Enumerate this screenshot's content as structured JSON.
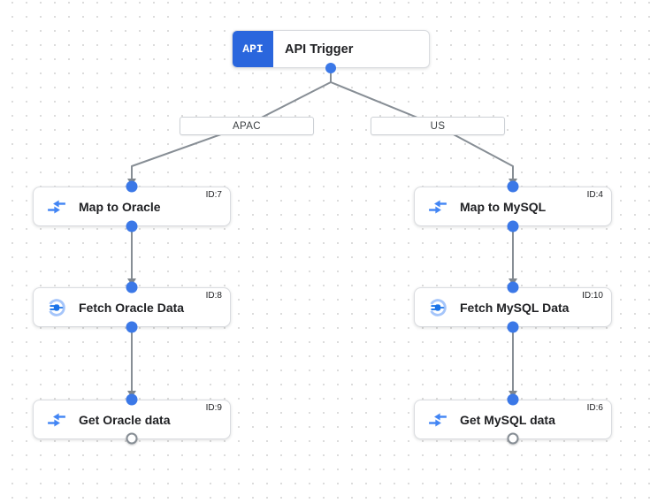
{
  "trigger": {
    "badge_label": "API",
    "title": "API Trigger"
  },
  "branches": [
    {
      "label": "APAC"
    },
    {
      "label": "US"
    }
  ],
  "nodes": [
    {
      "id_label": "ID:7",
      "title": "Map to Oracle",
      "icon": "data-mapping-icon"
    },
    {
      "id_label": "ID:8",
      "title": "Fetch Oracle Data",
      "icon": "connector-icon"
    },
    {
      "id_label": "ID:9",
      "title": "Get Oracle data",
      "icon": "data-mapping-icon"
    },
    {
      "id_label": "ID:4",
      "title": "Map to MySQL",
      "icon": "data-mapping-icon"
    },
    {
      "id_label": "ID:10",
      "title": "Fetch MySQL Data",
      "icon": "connector-icon"
    },
    {
      "id_label": "ID:6",
      "title": "Get MySQL data",
      "icon": "data-mapping-icon"
    }
  ],
  "colors": {
    "trigger_badge_blue": "#2a66dd",
    "port_blue": "#3b78e7",
    "mapping_icon_blue": "#4285f4",
    "connector_icon_blue": "#1a73e8",
    "connector_icon_light_blue": "#a5c5fa",
    "edge_gray": "#878e95",
    "node_border": "#dadce0",
    "title_text": "#202124",
    "edge_label_text": "#3c4043",
    "grid_dot": "#dcdcdc"
  }
}
